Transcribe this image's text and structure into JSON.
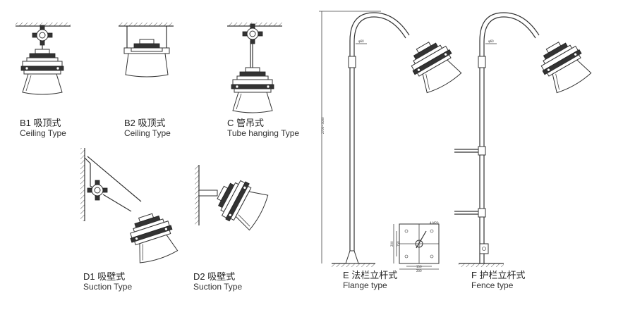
{
  "types": [
    {
      "id": "B1",
      "cn": "B1 吸顶式",
      "en": "Ceiling  Type"
    },
    {
      "id": "B2",
      "cn": "B2 吸顶式",
      "en": "Ceiling  Type"
    },
    {
      "id": "C",
      "cn": "C 管吊式",
      "en": "Tube hanging Type"
    },
    {
      "id": "D1",
      "cn": "D1 吸壁式",
      "en": "Suction Type"
    },
    {
      "id": "D2",
      "cn": "D2 吸壁式",
      "en": "Suction Type"
    },
    {
      "id": "E",
      "cn": "E 法栏立杆式",
      "en": "Flange type"
    },
    {
      "id": "F",
      "cn": "F 护栏立杆式",
      "en": "Fence type"
    }
  ],
  "dimensions": {
    "pole_diameter": "φ60",
    "pole_height": "2700~3000",
    "plate_hole": "4-M20",
    "plate_w": "200",
    "plate_w_inner": "150",
    "plate_h": "200",
    "plate_h_inner": "150"
  }
}
